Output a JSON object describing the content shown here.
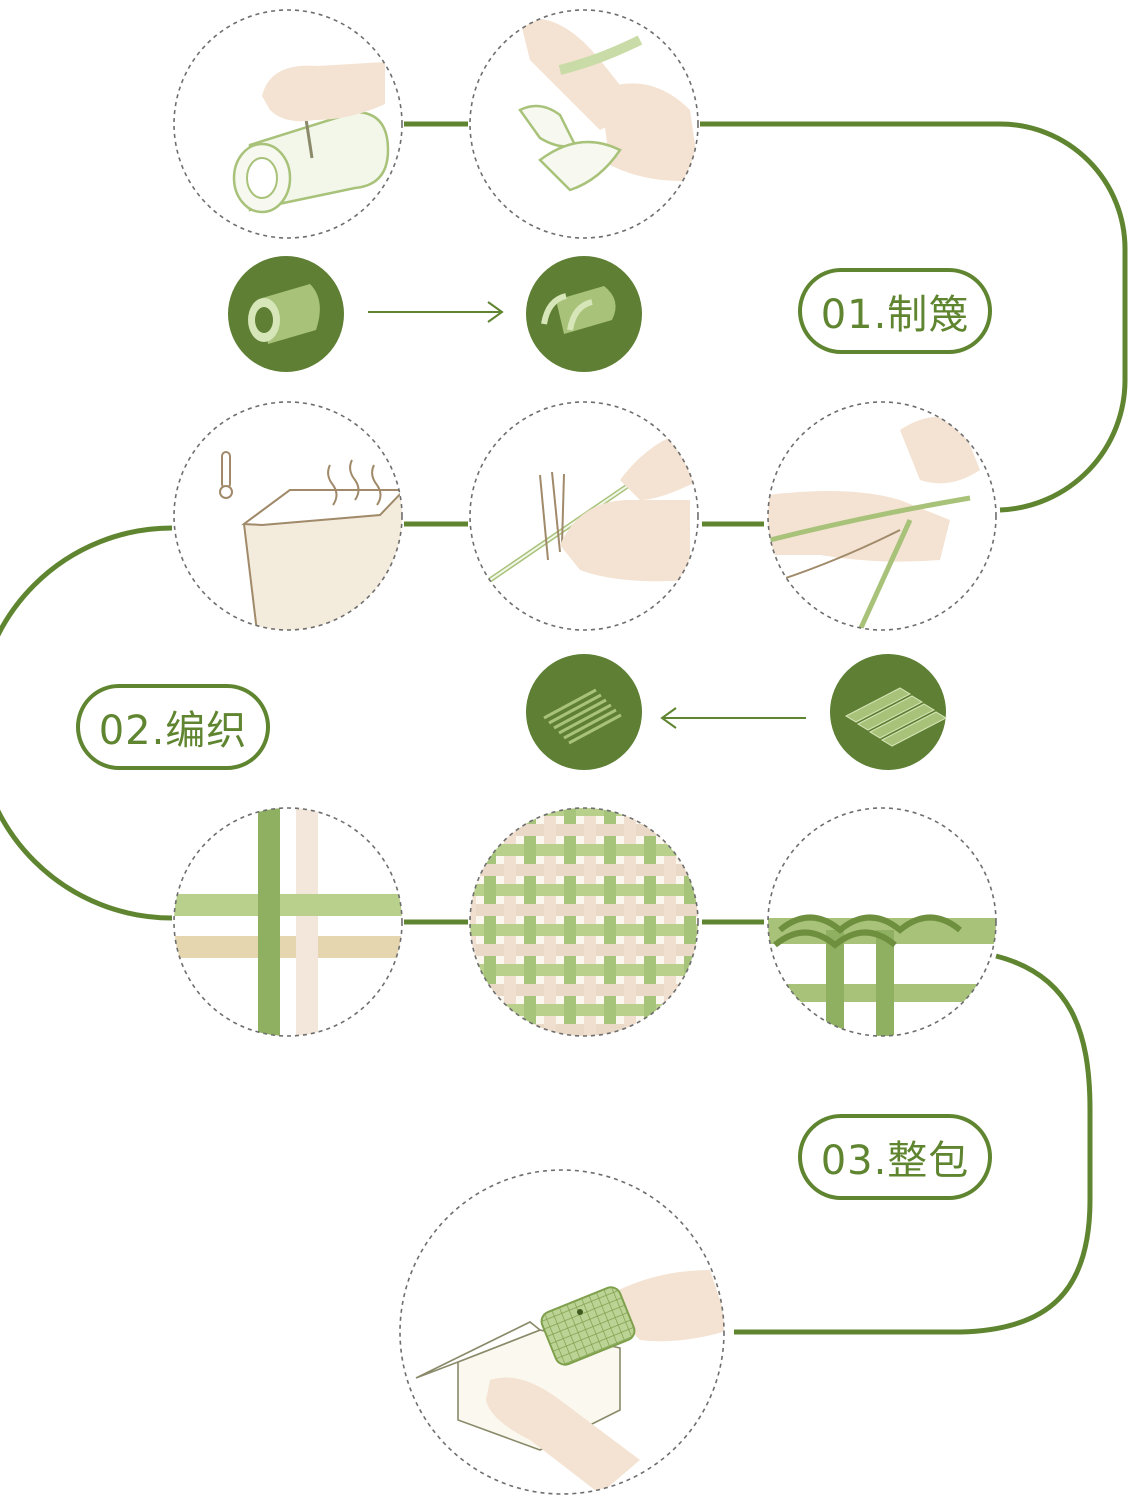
{
  "colors": {
    "path_green": "#5f8530",
    "dark_green": "#5e7f34",
    "light_green": "#a8c27a",
    "pale_green": "#c9dba6",
    "skin": "#f4e3d2",
    "beige": "#e9dcc0",
    "dashed_border": "#6e6e6e"
  },
  "steps": [
    {
      "label": "01.制篾"
    },
    {
      "label": "02.编织"
    },
    {
      "label": "03.整包"
    }
  ],
  "icons": [
    "bamboo-tube-icon",
    "split-bamboo-icon",
    "bamboo-strips-icon",
    "woven-mat-icon",
    "thermometer-icon",
    "steam-icon",
    "hand-icon",
    "arrow-right-icon",
    "arrow-left-icon"
  ]
}
